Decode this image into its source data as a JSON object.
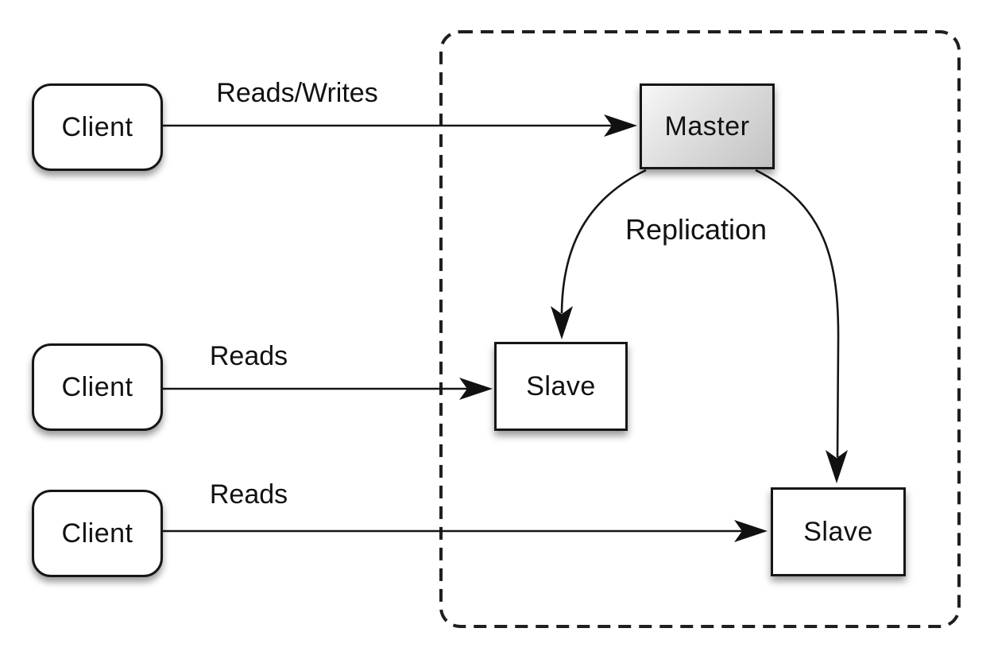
{
  "diagram": {
    "type": "master-slave-replication",
    "nodes": {
      "client_1": "Client",
      "client_2": "Client",
      "client_3": "Client",
      "master": "Master",
      "slave_middle": "Slave",
      "slave_bottom": "Slave"
    },
    "labels": {
      "reads_writes": "Reads/Writes",
      "reads_middle": "Reads",
      "reads_bottom": "Reads",
      "replication": "Replication"
    },
    "edges": [
      {
        "from": "client_1",
        "to": "master",
        "label": "Reads/Writes",
        "style": "straight-arrow"
      },
      {
        "from": "client_2",
        "to": "slave_middle",
        "label": "Reads",
        "style": "straight-arrow"
      },
      {
        "from": "client_3",
        "to": "slave_bottom",
        "label": "Reads",
        "style": "straight-arrow"
      },
      {
        "from": "master",
        "to": "slave_middle",
        "label": "Replication",
        "style": "curved-arrow"
      },
      {
        "from": "master",
        "to": "slave_bottom",
        "label": "Replication",
        "style": "curved-arrow"
      }
    ],
    "colors": {
      "stroke": "#161616",
      "node_fill": "#ffffff",
      "master_gradient_light": "#f7f7f7",
      "master_gradient_dark": "#c2c2c2",
      "background": "#ffffff"
    }
  }
}
